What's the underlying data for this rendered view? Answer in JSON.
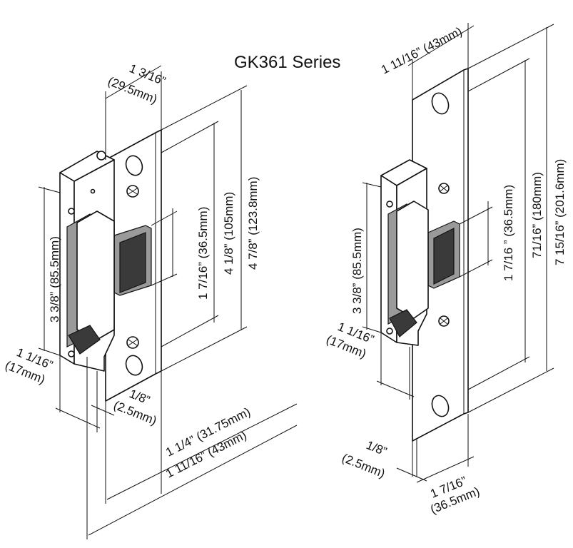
{
  "title": "GK361 Series",
  "left_view": {
    "top_width": "1 3/16” (29.5mm)",
    "top_width_in": "1 3/16”",
    "top_width_mm": "(29.5mm)",
    "keeper_height": "1 7/16” (36.5mm)",
    "body_height": "4 1/8” (105mm)",
    "plate_height": "4 7/8” (123.8mm)",
    "housing_height": "3 3/8” (85.5mm)",
    "depth_in": "1 1/16”",
    "depth_mm": "(17mm)",
    "lip_in": "1/8”",
    "lip_mm": "(2.5mm)",
    "faceplate_width": "1 1/4” (31.75mm)",
    "overall_width": "1 11/16” (43mm)"
  },
  "right_view": {
    "top_width": "1 11/16” (43mm)",
    "keeper_height": "1 7/16 ” (36.5mm)",
    "body_height": "71/16” (180mm)",
    "plate_height": "7 15/16” (201.6mm)",
    "housing_height": "3 3/8” (85.5mm)",
    "depth_in": "1 1/16”",
    "depth_mm": "(17mm)",
    "lip_in": "1/8”",
    "lip_mm": "(2.5mm)",
    "bottom_width_in": "1 7/16”",
    "bottom_width_mm": "(36.5mm)"
  }
}
